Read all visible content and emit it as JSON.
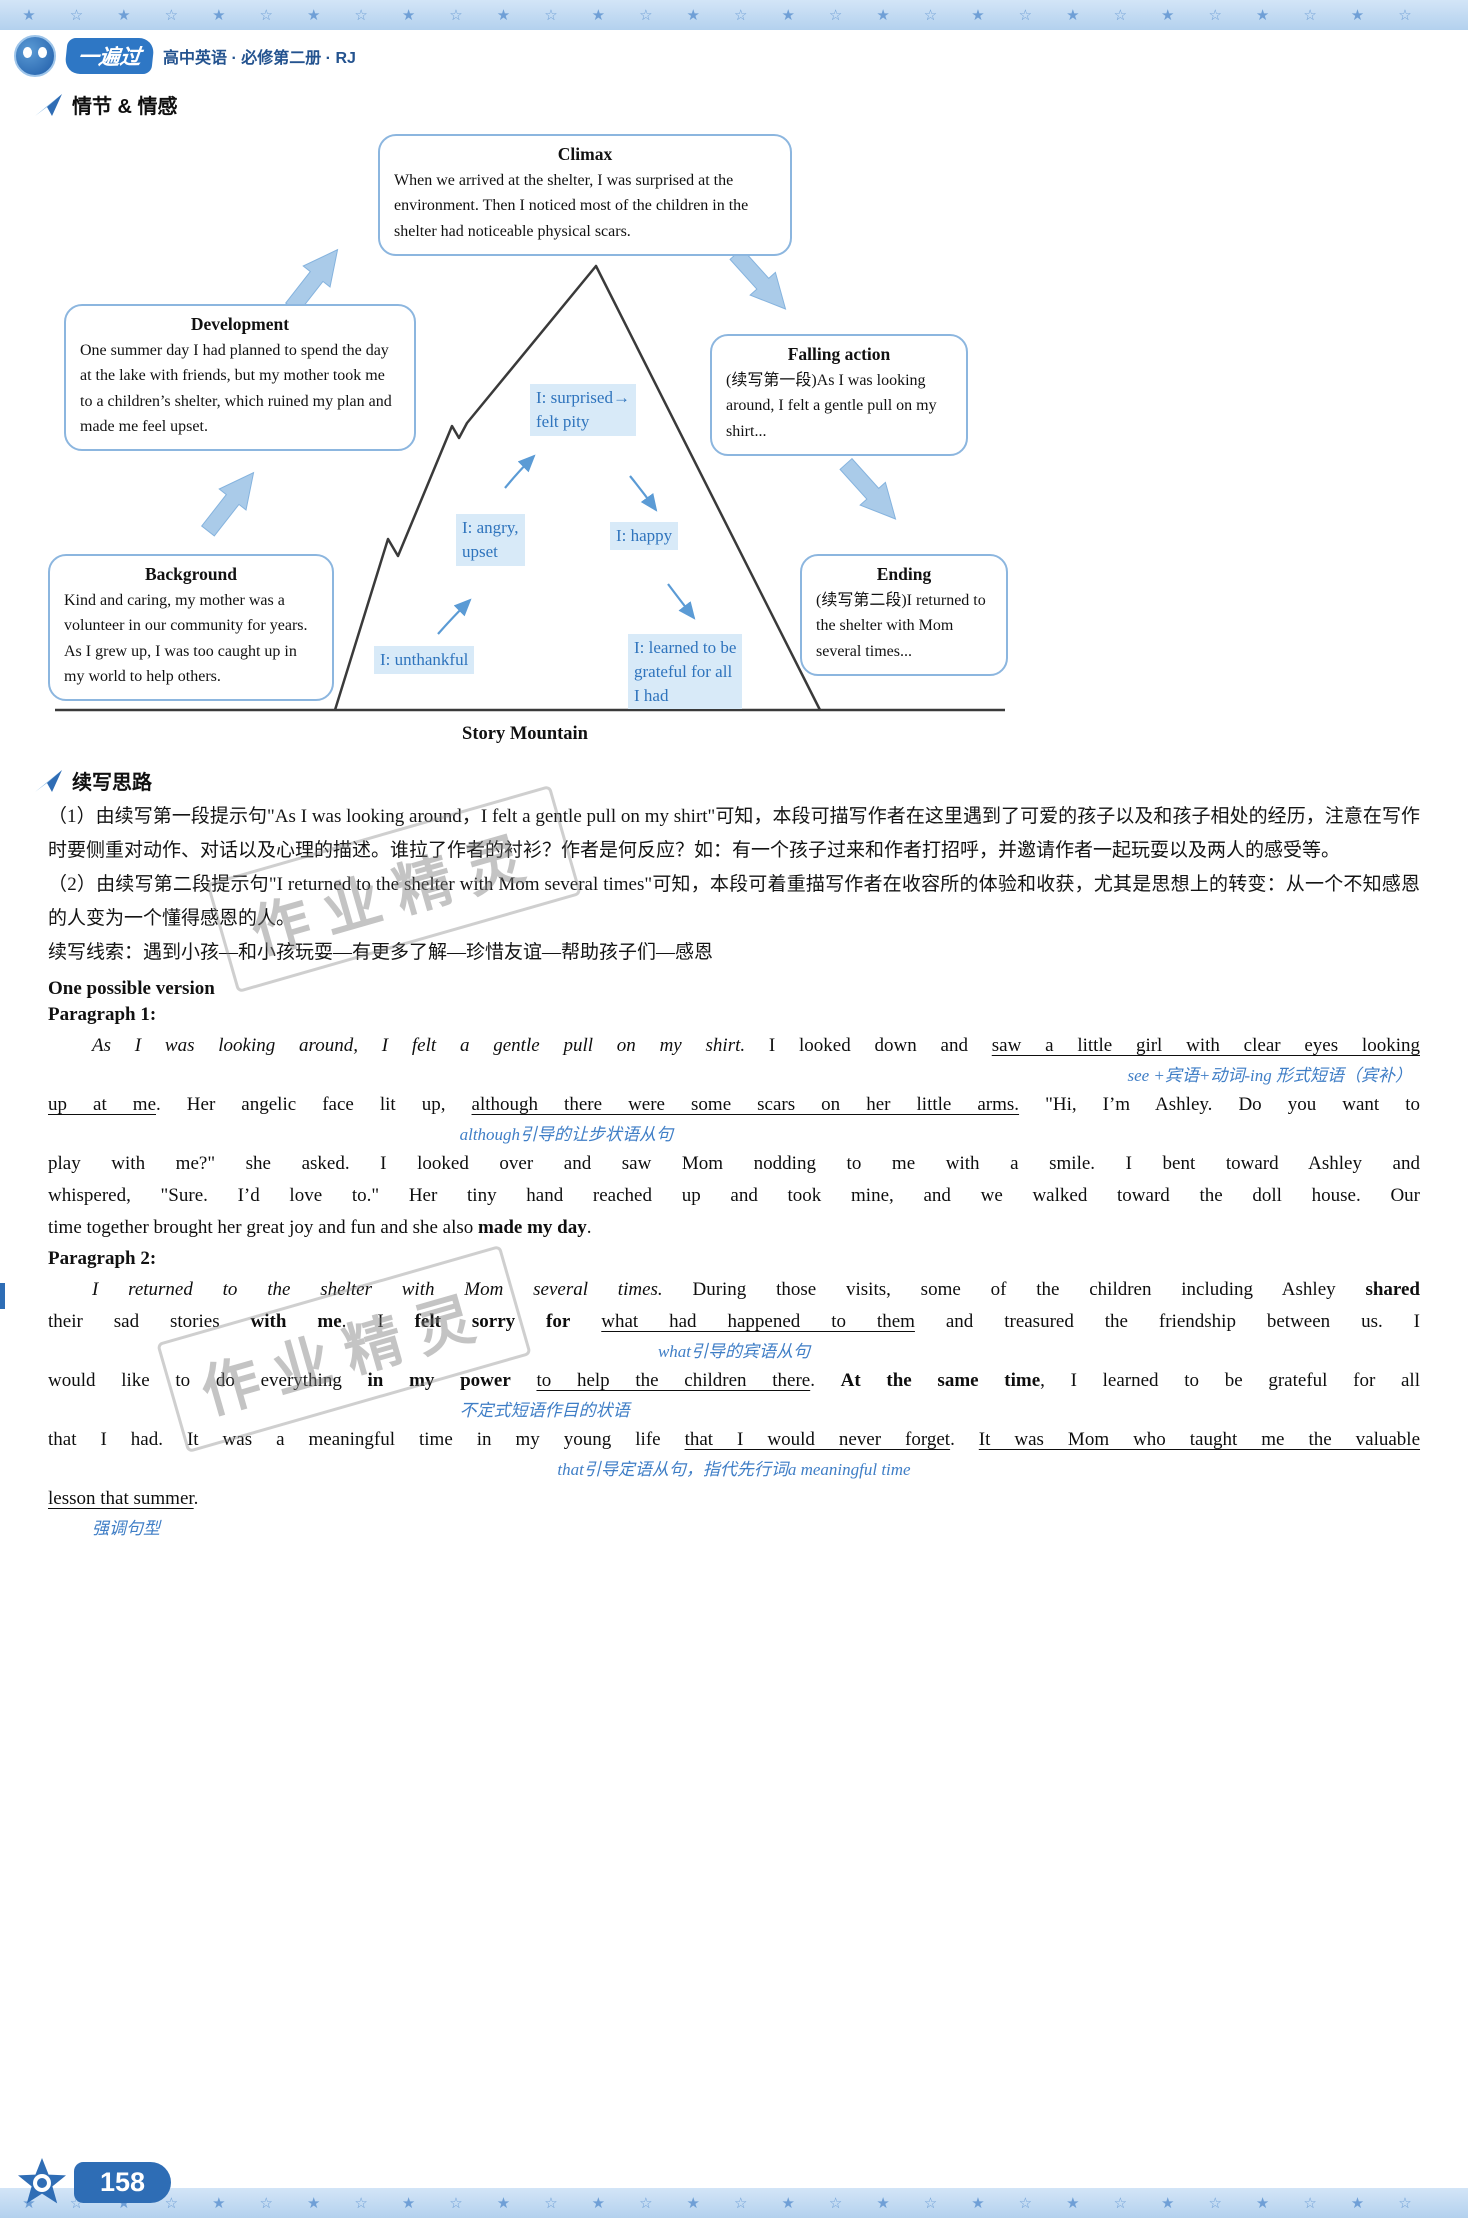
{
  "page": {
    "decor_stars": "★☆★☆★☆★☆★☆★☆★☆★☆★☆★☆★☆★☆★☆★☆★☆",
    "page_number": "158",
    "watermark": "作业精灵"
  },
  "header": {
    "brand": "一遍过",
    "subtitle": "高中英语 · 必修第二册 · RJ"
  },
  "sections": {
    "plot_header": "情节 & 情感",
    "guide_header": "续写思路"
  },
  "diagram": {
    "caption": "Story Mountain",
    "boxes": {
      "climax": {
        "title": "Climax",
        "text": "When we arrived at the shelter, I was surprised at the environment. Then I noticed most of the children in the shelter had noticeable physical scars."
      },
      "development": {
        "title": "Development",
        "text": "One summer day I had planned to spend the day at the lake with friends, but my mother took me to a children’s shelter, which ruined my plan and made me feel upset."
      },
      "falling": {
        "title": "Falling action",
        "text": "(续写第一段)As I was looking around, I felt a gentle pull on my shirt..."
      },
      "background": {
        "title": "Background",
        "text": "Kind and caring, my mother was a volunteer in our community for years. As I grew up, I was too caught up in my world to help others."
      },
      "ending": {
        "title": "Ending",
        "text": "(续写第二段)I returned to the shelter with Mom several times..."
      }
    },
    "emotions": {
      "surprised": "I: surprised→\nfelt pity",
      "angry": "I: angry,\nupset",
      "happy": "I: happy",
      "unthankful": "I: unthankful",
      "grateful": "I: learned to be\ngrateful for all\nI had"
    }
  },
  "guidance": {
    "point1": "（1）由续写第一段提示句\"As I was looking around，I felt a gentle pull on my shirt\"可知，本段可描写作者在这里遇到了可爱的孩子以及和孩子相处的经历，注意在写作时要侧重对动作、对话以及心理的描述。谁拉了作者的衬衫？作者是何反应？如：有一个孩子过来和作者打招呼，并邀请作者一起玩耍以及两人的感受等。",
    "point2": "（2）由续写第二段提示句\"I returned to the shelter with Mom several times\"可知，本段可着重描写作者在收容所的体验和收获，尤其是思想上的转变：从一个不知感恩的人变为一个懂得感恩的人。",
    "clue": "续写线索：遇到小孩—和小孩玩耍—有更多了解—珍惜友谊—帮助孩子们—感恩",
    "version_title": "One possible version"
  },
  "essay": {
    "p1_title": "Paragraph 1:",
    "p2_title": "Paragraph 2:",
    "p1": [
      {
        "k": "t",
        "indent": true,
        "segs": [
          {
            "t": "As I was looking around, I felt a gentle pull on my shirt.",
            "s": "i"
          },
          {
            "t": " I looked down and ",
            "s": "n"
          },
          {
            "t": "saw a little girl with clear eyes looking",
            "s": "u"
          }
        ]
      },
      {
        "k": "a",
        "align": "right",
        "t": "see +宾语+动词-ing 形式短语（宾补）"
      },
      {
        "k": "t",
        "segs": [
          {
            "t": "up at me",
            "s": "u"
          },
          {
            "t": ". Her angelic face lit up, ",
            "s": "n"
          },
          {
            "t": "although there were some scars on her little arms.",
            "s": "u"
          },
          {
            "t": " \"Hi, I’m Ashley. Do you want to",
            "s": "n"
          }
        ]
      },
      {
        "k": "a",
        "align": "mid",
        "t": "although引导的让步状语从句"
      },
      {
        "k": "t",
        "segs": [
          {
            "t": "play with me?\" she asked. I looked over and saw Mom nodding to me with a smile. I bent toward Ashley and",
            "s": "n"
          }
        ]
      },
      {
        "k": "t",
        "segs": [
          {
            "t": "whispered, \"Sure. I’d love to.\" Her tiny hand reached up and took mine, and we walked toward the doll house. Our",
            "s": "n"
          }
        ]
      },
      {
        "k": "t",
        "end": true,
        "segs": [
          {
            "t": "time together brought her great joy and fun and she also ",
            "s": "n"
          },
          {
            "t": "made my day",
            "s": "b"
          },
          {
            "t": ".",
            "s": "n"
          }
        ]
      }
    ],
    "p2": [
      {
        "k": "t",
        "indent": true,
        "segs": [
          {
            "t": "I returned to the shelter with Mom several times.",
            "s": "i"
          },
          {
            "t": " During those visits, some of the children including Ashley ",
            "s": "n"
          },
          {
            "t": "shared",
            "s": "b"
          }
        ]
      },
      {
        "k": "t",
        "segs": [
          {
            "t": "their sad stories ",
            "s": "n"
          },
          {
            "t": "with me",
            "s": "b"
          },
          {
            "t": ". I ",
            "s": "n"
          },
          {
            "t": "felt sorry for",
            "s": "b"
          },
          {
            "t": " ",
            "s": "n"
          },
          {
            "t": "what had happened to them",
            "s": "u"
          },
          {
            "t": " and treasured the friendship between us. I",
            "s": "n"
          }
        ]
      },
      {
        "k": "a",
        "align": "center",
        "t": "what引导的宾语从句"
      },
      {
        "k": "t",
        "segs": [
          {
            "t": "would like to do everything ",
            "s": "n"
          },
          {
            "t": "in my power",
            "s": "b"
          },
          {
            "t": " ",
            "s": "n"
          },
          {
            "t": "to help the children there",
            "s": "u"
          },
          {
            "t": ". ",
            "s": "n"
          },
          {
            "t": "At the same time",
            "s": "b"
          },
          {
            "t": ", I learned to be grateful for all",
            "s": "n"
          }
        ]
      },
      {
        "k": "a",
        "align": "mid",
        "t": "不定式短语作目的状语"
      },
      {
        "k": "t",
        "segs": [
          {
            "t": "that I had. It was a meaningful time in my young life ",
            "s": "n"
          },
          {
            "t": "that I would never forget",
            "s": "u"
          },
          {
            "t": ". ",
            "s": "n"
          },
          {
            "t": "It was Mom who taught me the valuable",
            "s": "u"
          }
        ]
      },
      {
        "k": "a",
        "align": "center",
        "t": "that引导定语从句，指代先行词a meaningful time"
      },
      {
        "k": "t",
        "end": true,
        "segs": [
          {
            "t": "lesson that summer",
            "s": "u"
          },
          {
            "t": ".",
            "s": "n"
          }
        ]
      },
      {
        "k": "a",
        "align": "left",
        "t": "强调句型"
      }
    ]
  }
}
